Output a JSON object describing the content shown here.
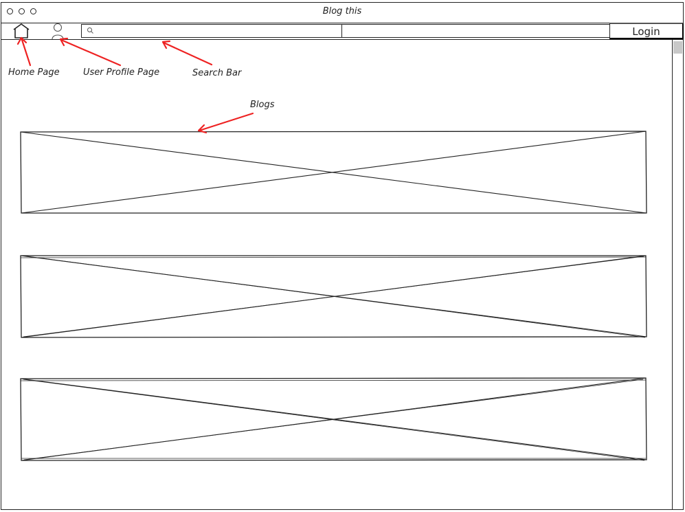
{
  "window": {
    "title": "Blog this"
  },
  "toolbar": {
    "search_placeholder": "",
    "login_label": "Login"
  },
  "annotations": {
    "home": "Home Page",
    "profile": "User Profile Page",
    "search": "Search Bar",
    "blogs": "Blogs"
  },
  "blogs": [
    {
      "kind": "image-placeholder"
    },
    {
      "kind": "image-placeholder"
    },
    {
      "kind": "image-placeholder"
    }
  ],
  "colors": {
    "stroke": "#222222",
    "annotation_arrow": "#ee2222",
    "scroll_thumb": "#c8c8c8"
  }
}
